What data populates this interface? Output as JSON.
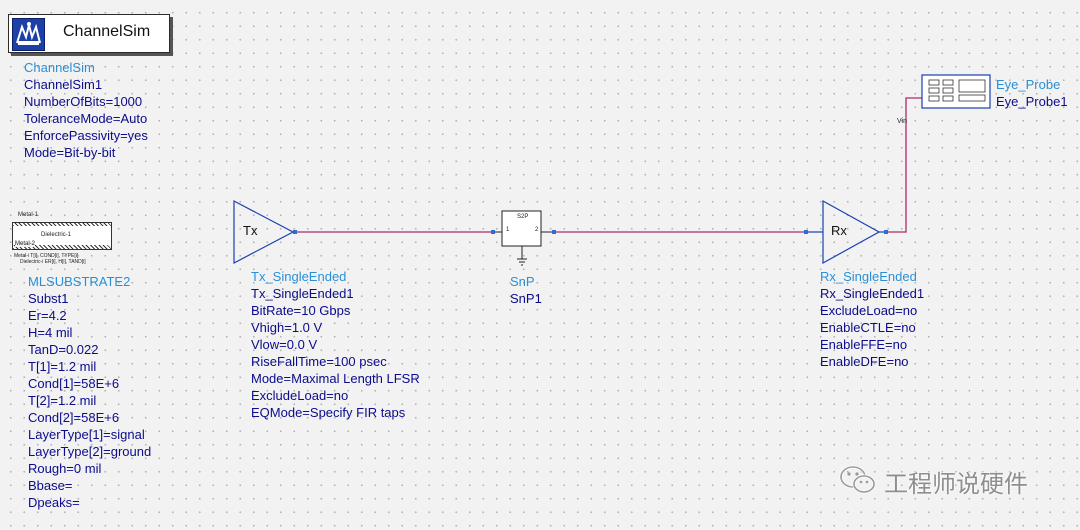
{
  "channelsim": {
    "icon_label": "ChannelSim",
    "params": [
      "ChannelSim",
      "ChannelSim1",
      "NumberOfBits=1000",
      "ToleranceMode=Auto",
      "EnforcePassivity=yes",
      "Mode=Bit-by-bit"
    ]
  },
  "substrate": {
    "metal_top": "Metal-1",
    "dielectric": "Dielectric-1",
    "metal_bottom": "Metal-2",
    "legend_1": "Metal-i   T[i], COND[i], TYPE[i]",
    "legend_2": "Dielectric-i   ER[i], H[i], TAND[i]",
    "params": [
      "MLSUBSTRATE2",
      "Subst1",
      "Er=4.2",
      "H=4 mil",
      "TanD=0.022",
      "T[1]=1.2 mil",
      "Cond[1]=58E+6",
      "T[2]=1.2 mil",
      "Cond[2]=58E+6",
      "LayerType[1]=signal",
      "LayerType[2]=ground",
      "Rough=0 mil",
      "Bbase=",
      "Dpeaks="
    ]
  },
  "tx": {
    "symbol_label": "Tx",
    "params": [
      "Tx_SingleEnded",
      "Tx_SingleEnded1",
      "BitRate=10 Gbps",
      "Vhigh=1.0 V",
      "Vlow=0.0 V",
      "RiseFallTime=100 psec",
      "Mode=Maximal Length LFSR",
      "ExcludeLoad=no",
      "EQMode=Specify FIR taps"
    ]
  },
  "snp": {
    "box_label": "S2P",
    "port1": "1",
    "port2": "2",
    "params": [
      "SnP",
      "SnP1"
    ]
  },
  "rx": {
    "symbol_label": "Rx",
    "params": [
      "Rx_SingleEnded",
      "Rx_SingleEnded1",
      "ExcludeLoad=no",
      "EnableCTLE=no",
      "EnableFFE=no",
      "EnableDFE=no"
    ]
  },
  "eye": {
    "pin_label": "Vin",
    "params": [
      "Eye_Probe",
      "Eye_Probe1"
    ]
  },
  "watermark": {
    "text": "工程师说硬件"
  },
  "colors": {
    "wire": "#b0286a",
    "param_text": "#0c0c8c",
    "component_name": "#2a8fd6",
    "symbol_line": "#1a3fb0"
  }
}
